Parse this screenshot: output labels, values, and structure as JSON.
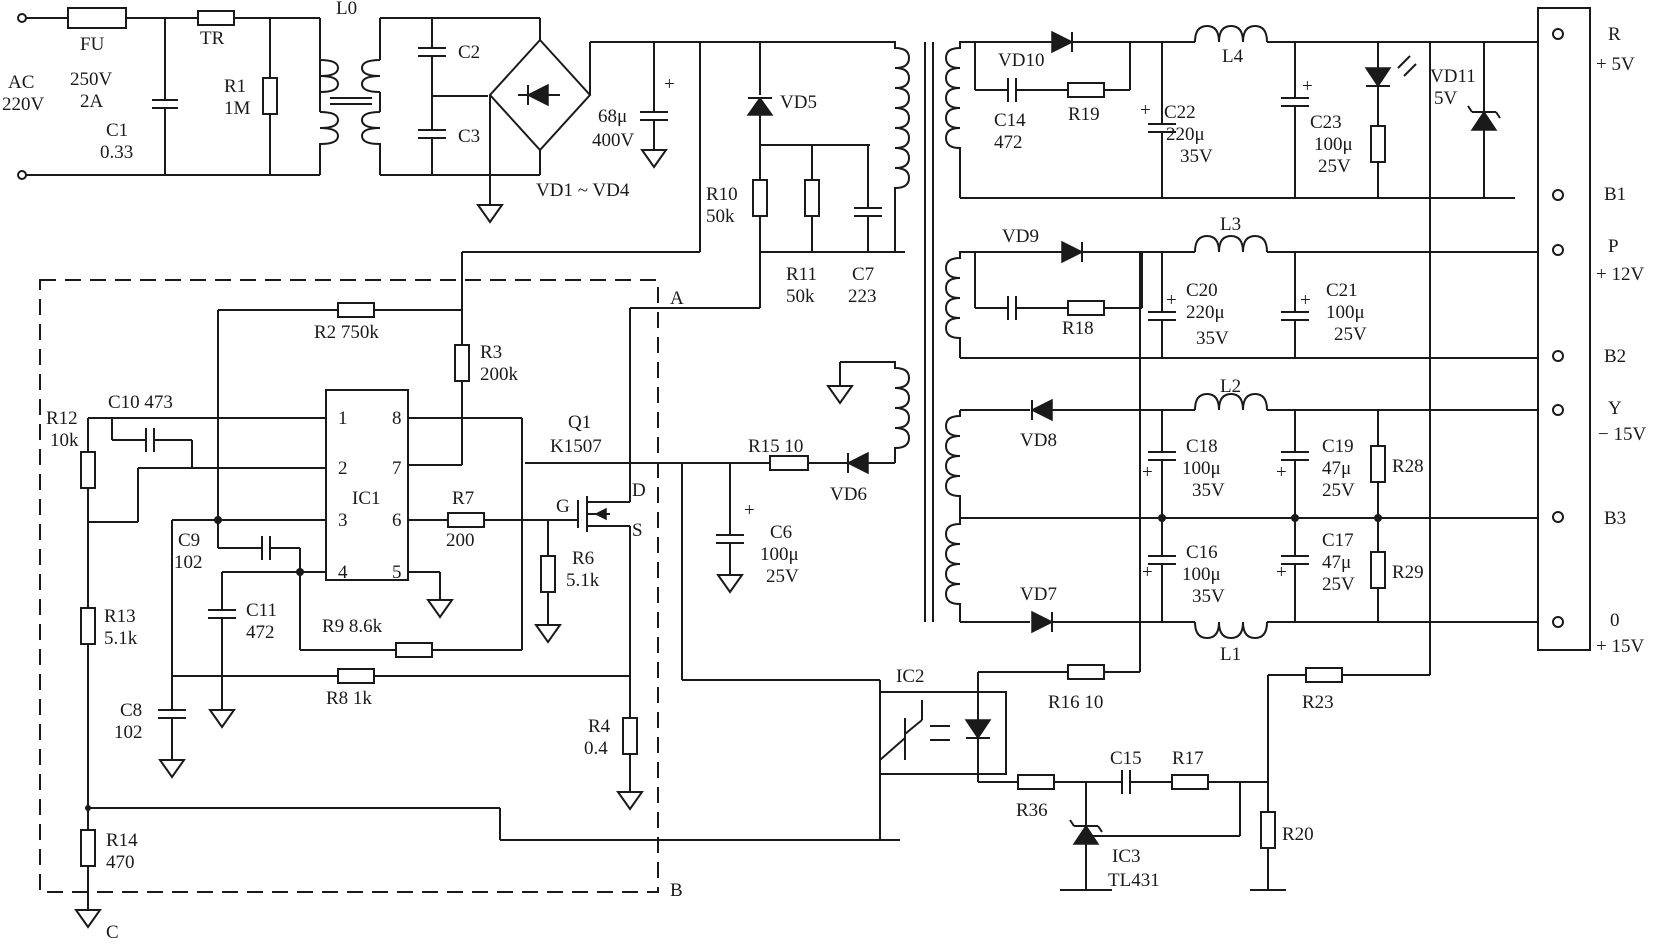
{
  "labels": {
    "ac": "AC",
    "ac_v": "220V",
    "fu": "FU",
    "fu_v": "250V",
    "fu_a": "2A",
    "tr": "TR",
    "l0": "L0",
    "r1": "R1",
    "r1_v": "1M",
    "c1": "C1",
    "c1_v": "0.33",
    "c2": "C2",
    "c3": "C3",
    "vd14": "VD1 ~ VD4",
    "cbulk_v1": "68μ",
    "cbulk_v2": "400V",
    "vd5": "VD5",
    "r10": "R10",
    "r10_v": "50k",
    "r11": "R11",
    "r11_v": "50k",
    "c7": "C7",
    "c7_v": "223",
    "a": "A",
    "b": "B",
    "c": "C",
    "r2": "R2 750k",
    "r3": "R3",
    "r3_v": "200k",
    "c10": "C10 473",
    "r12": "R12",
    "r12_v": "10k",
    "ic1": "IC1",
    "pin1": "1",
    "pin2": "2",
    "pin3": "3",
    "pin4": "4",
    "pin5": "5",
    "pin6": "6",
    "pin7": "7",
    "pin8": "8",
    "r7": "R7",
    "r7_v": "200",
    "c9": "C9",
    "c9_v": "102",
    "c11": "C11",
    "c11_v": "472",
    "r9": "R9   8.6k",
    "r13": "R13",
    "r13_v": "5.1k",
    "r8": "R8  1k",
    "c8": "C8",
    "c8_v": "102",
    "r14": "R14",
    "r14_v": "470",
    "q1": "Q1",
    "q1_v": "K1507",
    "g": "G",
    "d": "D",
    "s": "S",
    "r6": "R6",
    "r6_v": "5.1k",
    "r4": "R4",
    "r4_v": "0.4",
    "r15": "R15  10",
    "vd6": "VD6",
    "c6": "C6",
    "c6_v1": "100μ",
    "c6_v2": "25V",
    "vd10": "VD10",
    "c14": "C14",
    "c14_v": "472",
    "r19": "R19",
    "l4": "L4",
    "c22": "C22",
    "c22_v1": "220μ",
    "c22_v2": "35V",
    "c23": "C23",
    "c23_v1": "100μ",
    "c23_v2": "25V",
    "vd11": "VD11",
    "vd11_v": "5V",
    "vd9": "VD9",
    "r18": "R18",
    "l3": "L3",
    "c20": "C20",
    "c20_v1": "220μ",
    "c20_v2": "35V",
    "c21": "C21",
    "c21_v1": "100μ",
    "c21_v2": "25V",
    "vd8": "VD8",
    "l2": "L2",
    "c18": "C18",
    "c18_v1": "100μ",
    "c18_v2": "35V",
    "c19": "C19",
    "c19_v1": "47μ",
    "c19_v2": "25V",
    "r28": "R28",
    "c16": "C16",
    "c16_v1": "100μ",
    "c16_v2": "35V",
    "c17": "C17",
    "c17_v1": "47μ",
    "c17_v2": "25V",
    "r29": "R29",
    "vd7": "VD7",
    "l1": "L1",
    "ic2": "IC2",
    "r16": "R16  10",
    "r23": "R23",
    "r36": "R36",
    "c15": "C15",
    "r17": "R17",
    "ic3": "IC3",
    "ic3_v": "TL431",
    "r20": "R20",
    "out_r": "R",
    "out_r_v": "+ 5V",
    "out_b1": "B1",
    "out_p": "P",
    "out_p_v": "+ 12V",
    "out_b2": "B2",
    "out_y": "Y",
    "out_y_v": "− 15V",
    "out_b3": "B3",
    "out_0": "0",
    "out_0_v": "+ 15V"
  }
}
